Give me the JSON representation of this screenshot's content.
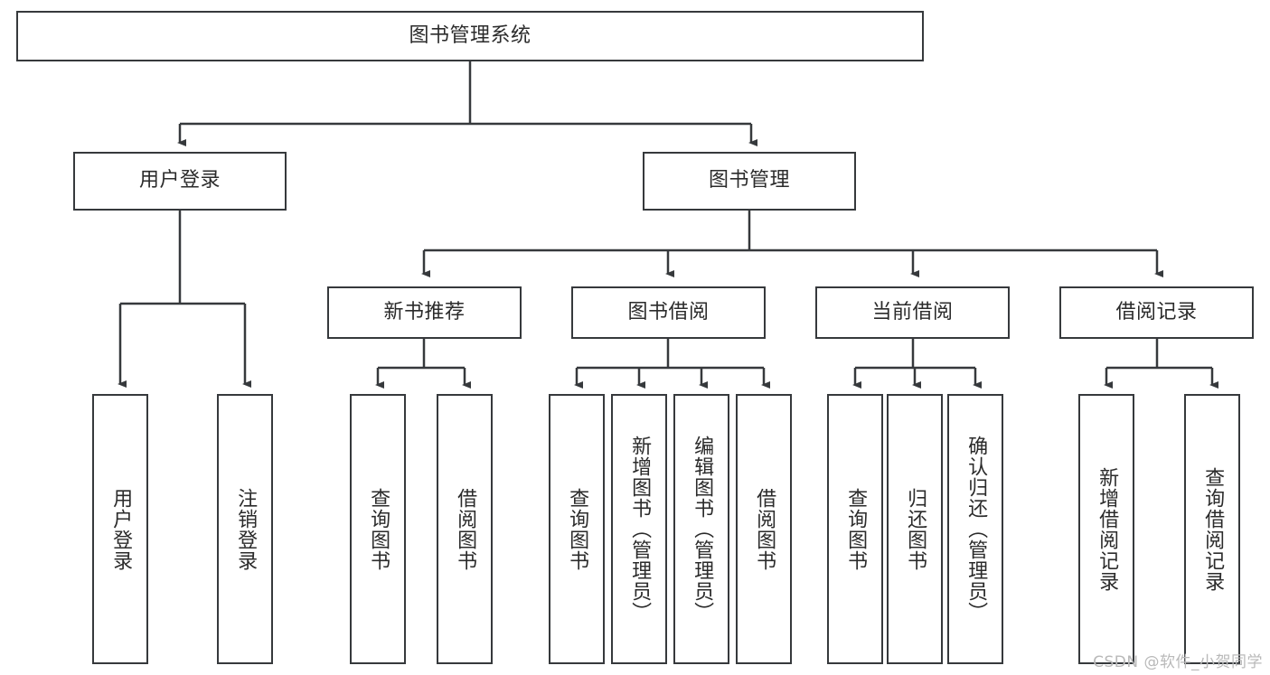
{
  "diagram": {
    "title": "图书管理系统",
    "watermark": "CSDN @软件_小贺同学",
    "colors": {
      "box_border": "#36393c",
      "line": "#36393c",
      "background": "#ffffff",
      "text": "#2b2b2b",
      "watermark": "#b9b9b9"
    },
    "root": {
      "label": "图书管理系统"
    },
    "level2": [
      {
        "label": "用户登录"
      },
      {
        "label": "图书管理"
      }
    ],
    "level3": [
      {
        "label": "新书推荐"
      },
      {
        "label": "图书借阅"
      },
      {
        "label": "当前借阅"
      },
      {
        "label": "借阅记录"
      }
    ],
    "leaves": {
      "user_login": [
        {
          "label": "用户登录"
        },
        {
          "label": "注销登录"
        }
      ],
      "new_book_recommend": [
        {
          "label": "查询图书"
        },
        {
          "label": "借阅图书"
        }
      ],
      "book_borrow": [
        {
          "label": "查询图书"
        },
        {
          "label": "新增图书（管理员）"
        },
        {
          "label": "编辑图书（管理员）"
        },
        {
          "label": "借阅图书"
        }
      ],
      "current_borrow": [
        {
          "label": "查询图书"
        },
        {
          "label": "归还图书"
        },
        {
          "label": "确认归还（管理员）"
        }
      ],
      "borrow_record": [
        {
          "label": "新增借阅记录"
        },
        {
          "label": "查询借阅记录"
        }
      ]
    }
  }
}
